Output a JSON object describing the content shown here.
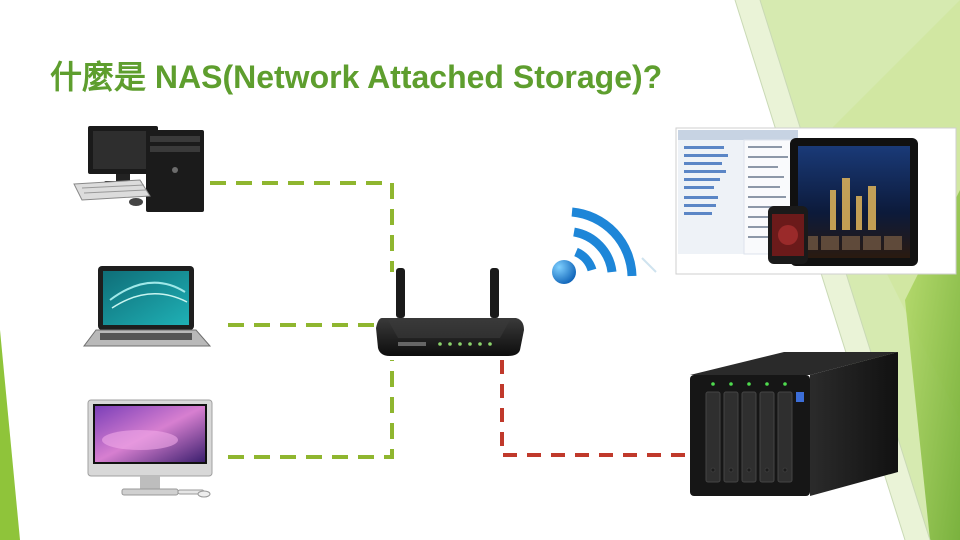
{
  "slide": {
    "title": "什麼是 NAS(Network Attached Storage)?"
  },
  "devices": [
    {
      "name": "desktop-pc",
      "icon": "desktop-computer-icon"
    },
    {
      "name": "laptop",
      "icon": "laptop-icon"
    },
    {
      "name": "imac",
      "icon": "all-in-one-computer-icon"
    },
    {
      "name": "router",
      "icon": "wireless-router-icon"
    },
    {
      "name": "wifi",
      "icon": "wifi-signal-icon"
    },
    {
      "name": "tablet-phone",
      "icon": "tablet-and-phone-icon"
    },
    {
      "name": "nas",
      "icon": "nas-storage-device-icon"
    }
  ],
  "links": {
    "client_color": "#8fb62f",
    "nas_color": "#c0392b"
  },
  "theme": {
    "accent": "#8fc43a",
    "title_color": "#5e9e2e"
  }
}
